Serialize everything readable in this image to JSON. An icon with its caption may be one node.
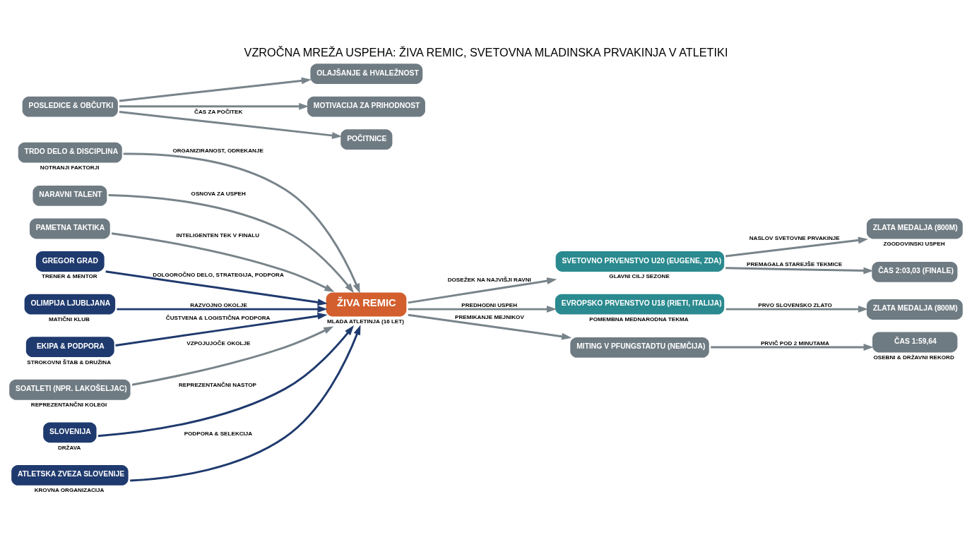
{
  "diagram": {
    "title": "VZROČNA MREŽA USPEHA: ŽIVA REMIC, SVETOVNA MLADINSKA PRVAKINJA V ATLETIKI",
    "nodes": [
      {
        "text": [
          "ŽIVA REMIC"
        ],
        "beside": [
          "MLADA ATLETINJA (16 LET)"
        ]
      },
      {
        "text": [
          "TRDO DELO & DISCIPLINA"
        ],
        "beside": [
          "NOTRANJI FAKTORJI"
        ]
      },
      {
        "text": [
          "NARAVNI TALENT"
        ]
      },
      {
        "text": [
          "PAMETNA TAKTIKA"
        ]
      },
      {
        "text": [
          "GREGOR GRAD"
        ],
        "beside": [
          "TRENER & MENTOR"
        ]
      },
      {
        "text": [
          "OLIMPIJA LJUBLJANA"
        ],
        "beside": [
          "MATIČNI KLUB"
        ]
      },
      {
        "text": [
          "EKIPA & PODPORA"
        ],
        "beside": [
          "STROKOVNI ŠTAB & DRUŽINA"
        ]
      },
      {
        "text": [
          "SOATLETI (NPR. LAKOŠELJAC)"
        ],
        "beside": [
          "REPREZENTANČNI KOLEGI"
        ]
      },
      {
        "text": [
          "SLOVENIJA"
        ],
        "beside": [
          "DRŽAVA"
        ]
      },
      {
        "text": [
          "ATLETSKA ZVEZA SLOVENIJE"
        ],
        "beside": [
          "KROVNA ORGANIZACIJA"
        ]
      },
      {
        "text": [
          "SVETOVNO PRVENSTVO U20 (EUGENE, ZDA)"
        ],
        "beside": [
          "GLAVNI CILJ SEZONE"
        ]
      },
      {
        "text": [
          "EVROPSKO PRVENSTVO U18 (RIETI, ITALIJA)"
        ],
        "beside": [
          "POMEMBNA MEDNARODNA TEKMA"
        ]
      },
      {
        "text": [
          "MITING V PFUNGSTADTU (NEMČIJA)"
        ]
      },
      {
        "text": [
          "ZLATA MEDALJA (800M)"
        ],
        "beside": [
          "ZGODOVINSKI USPEH"
        ]
      },
      {
        "text": [
          "ČAS 2:03,03 (FINALE)"
        ]
      },
      {
        "text": [
          "ZLATA MEDALJA (800M)"
        ]
      },
      {
        "text": [
          "ČAS 1:59,64"
        ],
        "beside": [
          "OSEBNI & DRŽAVNI REKORD"
        ]
      },
      {
        "text": [
          "POSLEDICE & OBČUTKI"
        ]
      },
      {
        "text": [
          "OLAJŠANJE & HVALEŽNOST"
        ]
      },
      {
        "text": [
          "MOTIVACIJA ZA PRIHODNOST"
        ]
      },
      {
        "text": [
          "POČITNICE"
        ]
      }
    ],
    "edges": [
      {
        "from": 1,
        "to": 0,
        "arrow": "to",
        "label": "ORGANIZIRANOST, ODREKANJE"
      },
      {
        "from": 2,
        "to": 0,
        "arrow": "to",
        "label": "OSNOVA ZA USPEH"
      },
      {
        "from": 3,
        "to": 0,
        "arrow": "to",
        "label": "INTELIGENTEN TEK V FINALU"
      },
      {
        "from": 4,
        "to": 0,
        "arrow": "to",
        "label": "DOLGOROČNO DELO, STRATEGIJA, PODPORA",
        "color": "#1f3a6e"
      },
      {
        "from": 5,
        "to": 0,
        "arrow": "to",
        "label": "RAZVOJNO OKOLJE",
        "color": "#1f3a6e"
      },
      {
        "from": 6,
        "to": 0,
        "arrow": "to",
        "label": "ČUSTVENA & LOGISTIČNA PODPORA",
        "color": "#1f3a6e"
      },
      {
        "from": 7,
        "to": 0,
        "arrow": "to",
        "label": "VZPOJUJOČE OKOLJE"
      },
      {
        "from": 8,
        "to": 0,
        "arrow": "to",
        "label": "REPREZENTANČNI NASTOP",
        "color": "#1f3a6e"
      },
      {
        "from": 9,
        "to": 0,
        "arrow": "to",
        "label": "PODPORA & SELEKCIJA",
        "color": "#1f3a6e"
      },
      {
        "from": 0,
        "to": 10,
        "arrow": "to",
        "label": "DOSEŽEK NA NAJVIŠJI RAVNI"
      },
      {
        "from": 0,
        "to": 11,
        "arrow": "to",
        "label": "PREDHODNI USPEH"
      },
      {
        "from": 0,
        "to": 12,
        "arrow": "to",
        "label": "PREMIKANJE MEJNIKOV"
      },
      {
        "from": 10,
        "to": 13,
        "arrow": "to",
        "label": "NASLOV SVETOVNE PRVAKINJE"
      },
      {
        "from": 10,
        "to": 14,
        "arrow": "to",
        "label": "PREMAGALA STAREJŠE TEKMICE"
      },
      {
        "from": 11,
        "to": 15,
        "arrow": "to",
        "label": "PRVO SLOVENSKO ZLATO"
      },
      {
        "from": 12,
        "to": 16,
        "arrow": "to",
        "label": "PRVIČ POD 2 MINUTAMA"
      },
      {
        "from": 17,
        "to": 18,
        "arrow": "to"
      },
      {
        "from": 17,
        "to": 19,
        "arrow": "to"
      },
      {
        "from": 17,
        "to": 20,
        "arrow": "to",
        "label": "ČAS ZA POČITEK"
      }
    ]
  }
}
